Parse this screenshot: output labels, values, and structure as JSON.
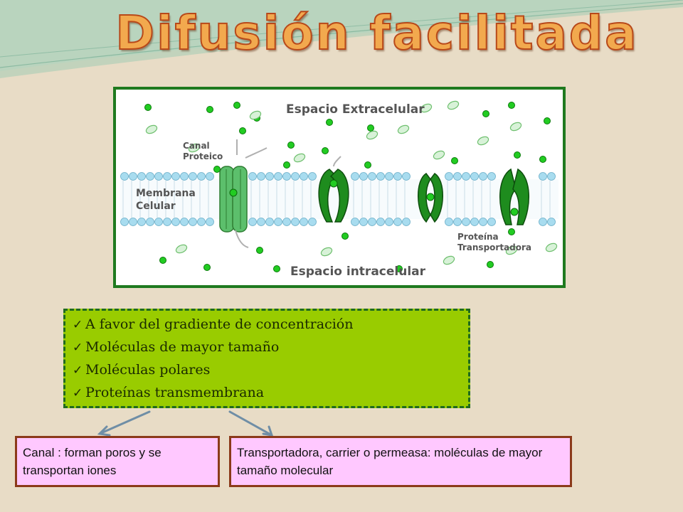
{
  "slide": {
    "title": "Difusión facilitada"
  },
  "diagram": {
    "label_extracellular": "Espacio Extracelular",
    "label_intracellular": "Espacio intracelular",
    "label_channel_line1": "Canal",
    "label_channel_line2": "Proteico",
    "label_membrane_line1": "Membrana",
    "label_membrane_line2": "Celular",
    "label_carrier_line1": "Proteína",
    "label_carrier_line2": "Transportadora",
    "colors": {
      "border": "#1f7a1f",
      "lipid_head": "#a8dcef",
      "channel": "#5cbf6c",
      "carrier": "#1e8c1e",
      "particle": "#22cc22"
    }
  },
  "features": {
    "items": [
      "A favor del gradiente de concentración",
      "Moléculas de mayor tamaño",
      "Moléculas polares",
      "Proteínas transmembrana"
    ],
    "check_symbol": "✓"
  },
  "types": {
    "channel": "Canal : forman poros  y se transportan iones",
    "carrier": "Transportadora, carrier o permeasa: moléculas de mayor tamaño molecular"
  }
}
